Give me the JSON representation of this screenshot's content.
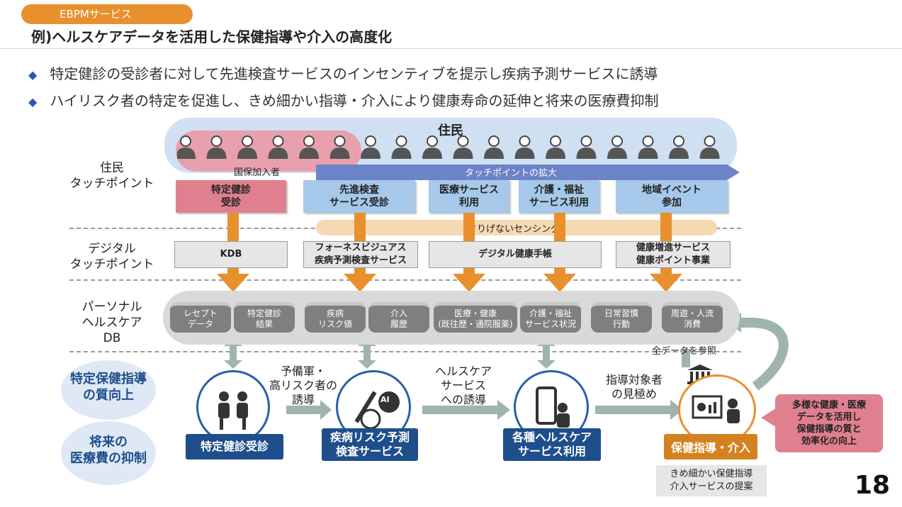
{
  "header": {
    "tag": "EBPMサービス",
    "title": "例)ヘルスケアデータを活用した保健指導や介入の高度化"
  },
  "bullets": [
    "特定健診の受診者に対して先進検査サービスのインセンティブを提示し疾病予測サービスに誘導",
    "ハイリスク者の特定を促進し、きめ細かい指導・介入により健康寿命の延伸と将来の医療費抑制"
  ],
  "rows": {
    "resident_tp": "住民\nタッチポイント",
    "digital_tp": "デジタル\nタッチポイント",
    "personal_db": "パーソナル\nヘルスケア\nDB"
  },
  "residents": {
    "title": "住民",
    "insured_label": "国保加入者",
    "expansion_label": "タッチポイントの拡大"
  },
  "touchpoints": [
    "特定健診\n受診",
    "先進検査\nサービス受診",
    "医療サービス\n利用",
    "介護・福祉\nサービス利用",
    "地域イベント\n参加"
  ],
  "sensing_label": "さりげないセンシング",
  "digital": [
    "KDB",
    "フォーネスビジュアス\n疾病予測検査サービス",
    "デジタル健康手帳",
    "健康増進サービス\n健康ポイント事業"
  ],
  "db_items": [
    "レセプト\nデータ",
    "特定健診\n結果",
    "疾病\nリスク値",
    "介入\n履歴",
    "医療・健康\n(既往歴・通院服薬)",
    "介護・福祉\nサービス状況",
    "日常習慣\n行動",
    "周遊・人流\n消費"
  ],
  "all_data_label": "全データを参照",
  "left_goals": [
    "特定保健指導\nの質向上",
    "将来の\n医療費の抑制"
  ],
  "steps": [
    "特定健診受診",
    "疾病リスク予測\n検査サービス",
    "各種ヘルスケア\nサービス利用",
    "保健指導・介入"
  ],
  "transitions": [
    "予備軍・\n高リスク者の\n誘導",
    "ヘルスケア\nサービス\nへの誘導",
    "指導対象者\nの見極め"
  ],
  "ai_label": "AI",
  "proposal": "きめ細かい保健指導\n介入サービスの提案",
  "callout": "多様な健康・医療\nデータを活用し\n保健指導の質と\n効率化の向上",
  "page_number": "18",
  "colors": {
    "orange": "#e8902e",
    "navy": "#1f4e8c",
    "pink": "#e0808f",
    "lightblue": "#a6c8ea",
    "grey": "#7f7f7f"
  }
}
